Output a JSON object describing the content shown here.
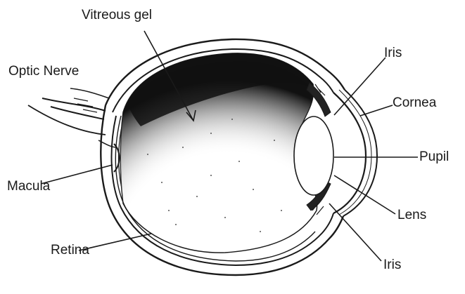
{
  "labels": {
    "vitreous_gel": "Vitreous gel",
    "optic_nerve": "Optic Nerve",
    "iris_top": "Iris",
    "cornea": "Cornea",
    "pupil": "Pupil",
    "macula": "Macula",
    "lens": "Lens",
    "retina": "Retina",
    "iris_bottom": "Iris"
  },
  "colors": {
    "ink": "#1a1a1a",
    "background": "#ffffff",
    "shading": "#111111"
  }
}
